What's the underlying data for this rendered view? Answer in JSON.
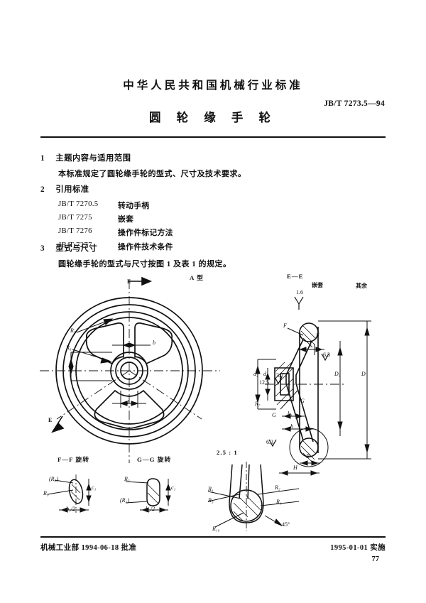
{
  "header": {
    "standard_body": "中华人民共和国机械行业标准",
    "standard_code": "JB/T 7273.5—94",
    "title": "圆 轮 缘 手 轮"
  },
  "sections": [
    {
      "num": "1",
      "heading": "主题内容与适用范围",
      "body": "本标准规定了圆轮缘手轮的型式、尺寸及技术要求。"
    },
    {
      "num": "2",
      "heading": "引用标准"
    },
    {
      "num": "3",
      "heading": "型式与尺寸",
      "body": "圆轮缘手轮的型式与尺寸按图 1 及表 1 的规定。"
    }
  ],
  "references": [
    {
      "code": "JB/T 7270.5",
      "name": "转动手柄"
    },
    {
      "code": "JB/T 7275",
      "name": "嵌套"
    },
    {
      "code": "JB/T 7276",
      "name": "操作件标记方法"
    },
    {
      "code": "JB/T 7277",
      "name": "操作件技术条件"
    }
  ],
  "drawing": {
    "front_view": {
      "caption": "A 型",
      "section_mark_top": "E",
      "section_mark_bottom": "E",
      "labels": [
        "R₅",
        "R₆",
        "b",
        "d"
      ]
    },
    "section_view": {
      "caption": "E—E",
      "insert_note": "嵌套",
      "insert_roughness": "1.6",
      "remainder_note": "其余",
      "labels": [
        "F",
        "F",
        "G",
        "G",
        "c",
        "D",
        "D₁",
        "d₁",
        "d₂",
        "h₁",
        "h",
        "B",
        "H",
        "R₇"
      ],
      "roughness": [
        "6.3",
        "3.2",
        "12.5",
        "6.3"
      ]
    },
    "ff_view": {
      "caption": "F—F 旋转",
      "labels": [
        "(R₈)",
        "R₉",
        "b₁/2",
        "c₁"
      ]
    },
    "gg_view": {
      "caption": "G—G 旋转",
      "labels": [
        "R₃",
        "(R₇)",
        "b₂/2",
        "c₁"
      ]
    },
    "detail_view": {
      "caption": "2.5 : 1",
      "labels": [
        "R₁",
        "R₂",
        "R₃",
        "R₄",
        "R₁₀",
        "45°"
      ]
    }
  },
  "footer": {
    "approval": "机械工业部 1994-06-18 批准",
    "effective": "1995-01-01 实施",
    "page": "77"
  }
}
